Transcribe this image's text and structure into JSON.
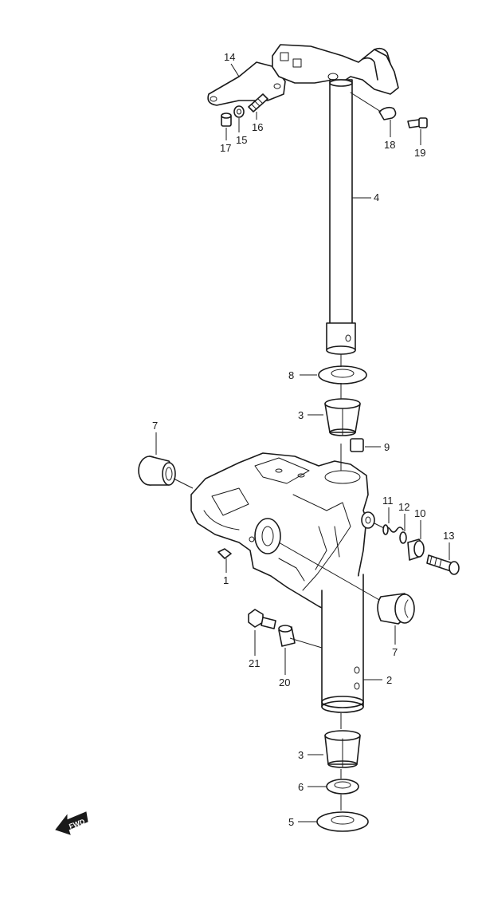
{
  "callouts": {
    "c1": "1",
    "c2": "2",
    "c3a": "3",
    "c3b": "3",
    "c4": "4",
    "c5": "5",
    "c6": "6",
    "c7a": "7",
    "c7b": "7",
    "c8": "8",
    "c9": "9",
    "c10": "10",
    "c11": "11",
    "c12": "12",
    "c13": "13",
    "c14": "14",
    "c15": "15",
    "c16": "16",
    "c17": "17",
    "c18": "18",
    "c19": "19",
    "c20": "20",
    "c21": "21"
  },
  "fwd_label": "FWD"
}
